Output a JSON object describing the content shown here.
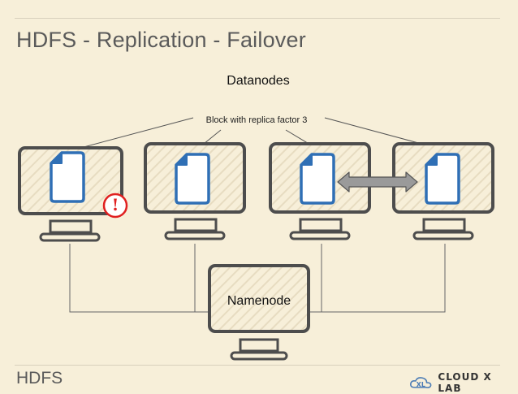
{
  "slide": {
    "title": "HDFS - Replication - Failover",
    "footer": "HDFS",
    "brand": "CLOUD X LAB"
  },
  "diagram": {
    "datanodes_label": "Datanodes",
    "block_label": "Block with replica factor 3",
    "namenode_label": "Namenode",
    "alert_symbol": "!",
    "colors": {
      "background": "#f7efd9",
      "monitor_outline": "#4d4d4d",
      "file_blue": "#2f6fb5",
      "alert_red": "#e02020",
      "arrow_grey": "#9a9a9a"
    }
  }
}
